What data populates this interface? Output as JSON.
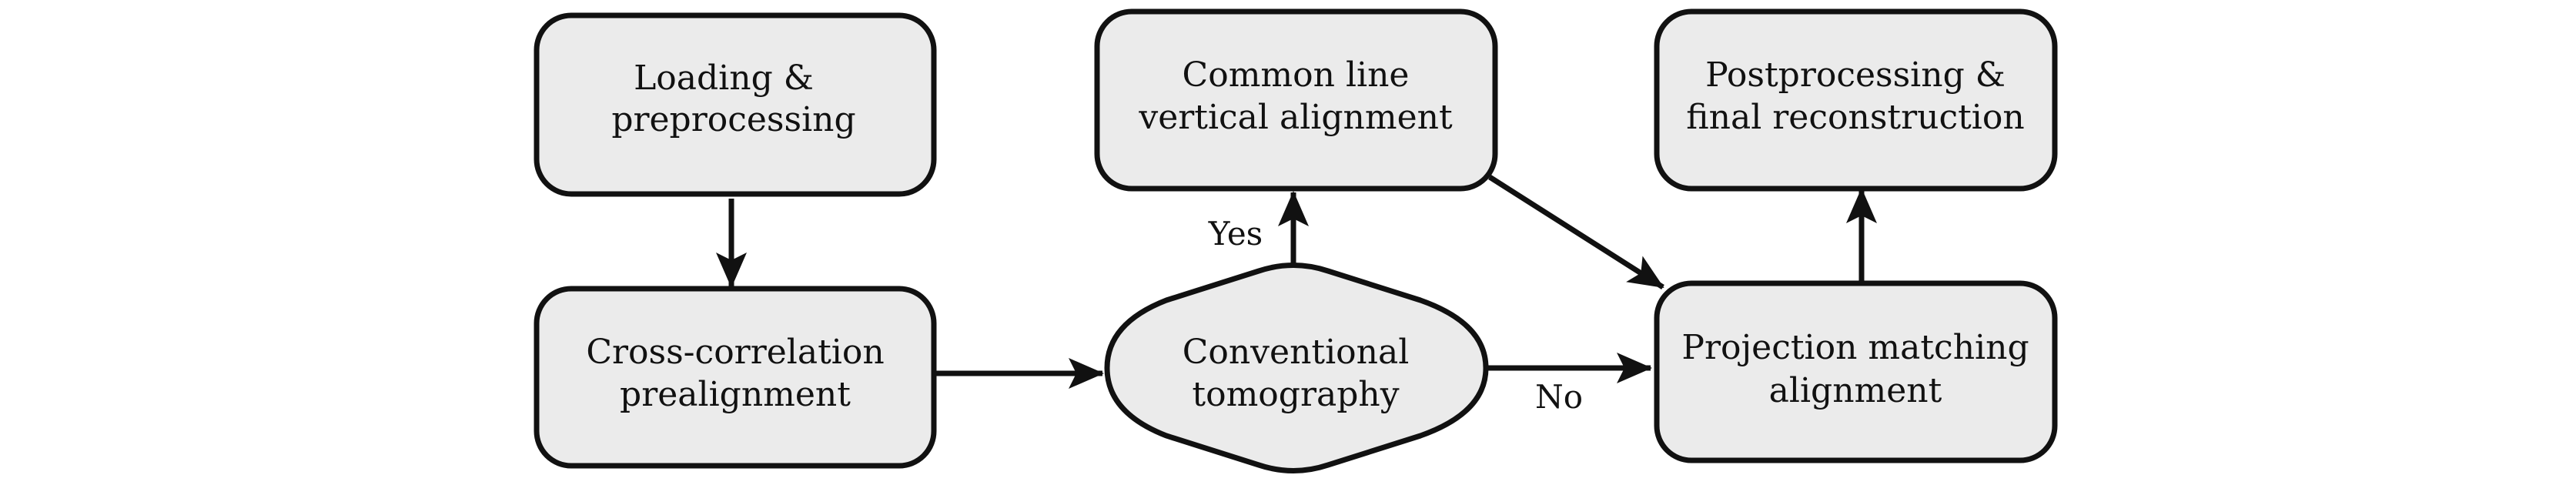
{
  "colors": {
    "node_fill": "#ebebeb",
    "stroke": "#111111",
    "text": "#111111",
    "background": "#ffffff"
  },
  "nodes": {
    "loading": {
      "line1": "Loading &",
      "line2": "preprocessing"
    },
    "crosscorr": {
      "line1": "Cross-correlation",
      "line2": "prealignment"
    },
    "decision": {
      "line1": "Conventional",
      "line2": "tomography"
    },
    "commonline": {
      "line1": "Common line",
      "line2": "vertical alignment"
    },
    "projmatch": {
      "line1": "Projection matching",
      "line2": "alignment"
    },
    "postproc": {
      "line1": "Postprocessing &",
      "line2": "final reconstruction"
    }
  },
  "edges": {
    "yes_label": "Yes",
    "no_label": "No"
  }
}
